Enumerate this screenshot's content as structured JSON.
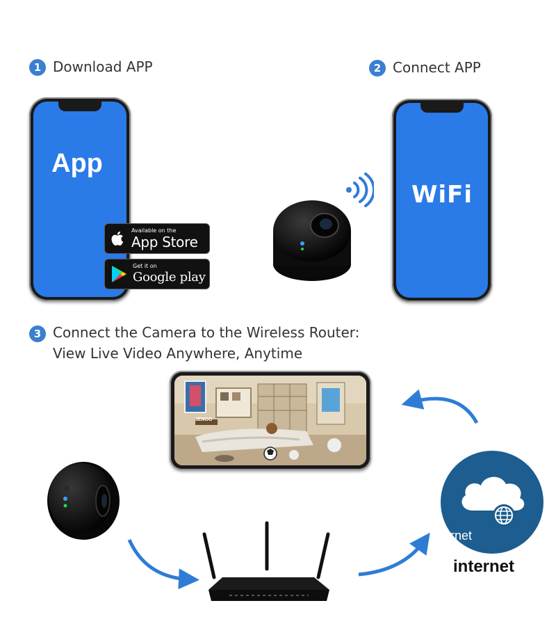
{
  "step1": {
    "number": "1",
    "title": "Download APP"
  },
  "step2": {
    "number": "2",
    "title": "Connect APP"
  },
  "step3": {
    "number": "3",
    "line1": "Connect the Camera to the Wireless Router:",
    "line2": "View Live Video Anywhere, Anytime"
  },
  "phone1": {
    "screen_text": "App"
  },
  "phone2": {
    "screen_text": "WiFi"
  },
  "app_store_badge": {
    "small": "Available on the",
    "big": "App Store"
  },
  "google_play_badge": {
    "small": "Get it on",
    "big": "Google play"
  },
  "room_photo": {
    "sign_text": "JENGO"
  },
  "cloud": {
    "inner_text": "rnet",
    "label": "internet"
  },
  "colors": {
    "accent_blue": "#3a7fd0",
    "phone_screen_blue": "#2a7ae8",
    "arrow_blue": "#2f7cd6",
    "cloud_circle": "#1d5d8f"
  },
  "icons": [
    "apple-icon",
    "google-play-icon",
    "wifi-signal-icon",
    "globe-icon",
    "cloud-icon"
  ]
}
